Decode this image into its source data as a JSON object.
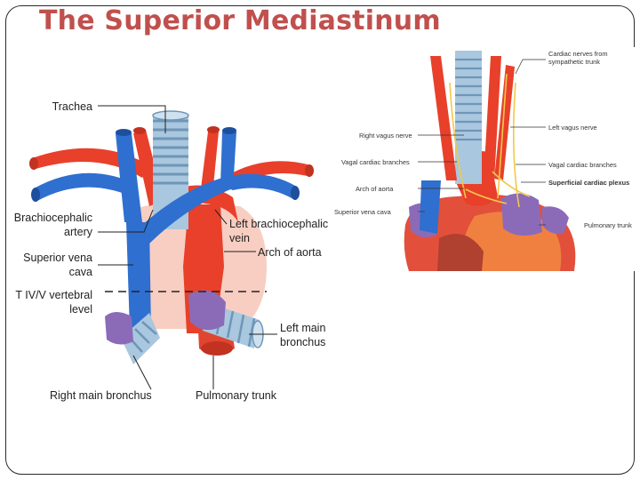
{
  "slide": {
    "title": "The Superior Mediastinum"
  },
  "left_figure": {
    "labels": {
      "trachea": "Trachea",
      "brachiocephalic_line1": "Brachiocephalic",
      "brachiocephalic_line2": "artery",
      "svc_line1": "Superior vena",
      "svc_line2": "cava",
      "vertebral_line1": "T IV/V vertebral",
      "vertebral_line2": "level",
      "left_brachio_line1": "Left brachiocephalic",
      "left_brachio_line2": "vein",
      "arch": "Arch of aorta",
      "left_bronchus_line1": "Left main",
      "left_bronchus_line2": "bronchus",
      "right_bronchus": "Right main bronchus",
      "pulmonary_trunk": "Pulmonary trunk"
    }
  },
  "right_figure": {
    "labels": {
      "cardiac_nerves_line1": "Cardiac nerves from",
      "cardiac_nerves_line2": "sympathetic trunk",
      "left_vagus": "Left vagus nerve",
      "right_vagus": "Right vagus nerve",
      "vagal_cardiac_left": "Vagal cardiac branches",
      "vagal_cardiac_right": "Vagal cardiac branches",
      "superficial_plexus": "Superficial cardiac plexus",
      "arch": "Arch of aorta",
      "svc": "Superior vena cava",
      "pulmonary_trunk": "Pulmonary trunk"
    }
  },
  "colors": {
    "title": "#c0504d",
    "artery": "#e8402a",
    "vein": "#2f6fcf",
    "trachea": "#a9c7de",
    "bronchus_purple": "#8b6bb8",
    "nerve": "#f2c84a"
  }
}
